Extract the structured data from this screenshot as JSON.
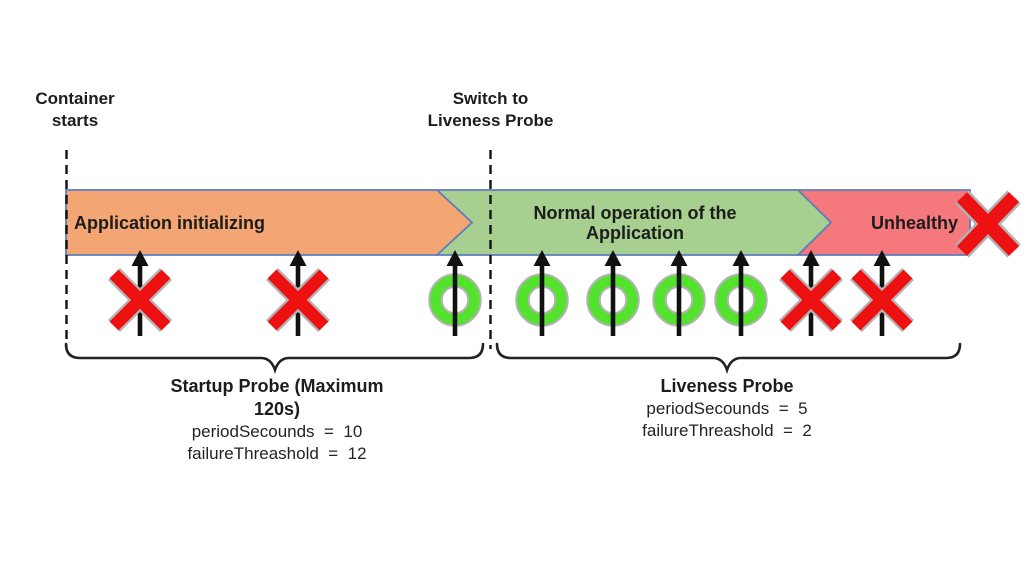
{
  "labels": {
    "container_starts": "Container\nstarts",
    "switch_to_liveness": "Switch to\nLiveness Probe"
  },
  "timeline": {
    "phases": [
      {
        "name": "startup",
        "label": "Application initializing",
        "color": "#F3A673"
      },
      {
        "name": "normal",
        "label": "Normal operation of the Application",
        "color": "#A7CF8F"
      },
      {
        "name": "unhealthy",
        "label": "Unhealthy",
        "color": "#F5787C"
      }
    ],
    "border_color": "#5F7DBE"
  },
  "probe_checks": [
    "fail",
    "fail",
    "success",
    "success",
    "success",
    "success",
    "success",
    "fail",
    "fail"
  ],
  "final_outcome_icon": "red-x",
  "startup_probe": {
    "title": "Startup Probe (Maximum 120s)",
    "period": "periodSecounds  =  10",
    "failure": "failureThreashold  =  12"
  },
  "liveness_probe": {
    "title": "Liveness Probe",
    "period": "periodSecounds  =  5",
    "failure": "failureThreashold  =  2"
  },
  "colors": {
    "fail_x": "#EE1111",
    "success_ring": "#54E22E",
    "marker_outline": "#B3B3B3",
    "arrow": "#111111",
    "dashed_line": "#111111",
    "brace": "#222222"
  }
}
